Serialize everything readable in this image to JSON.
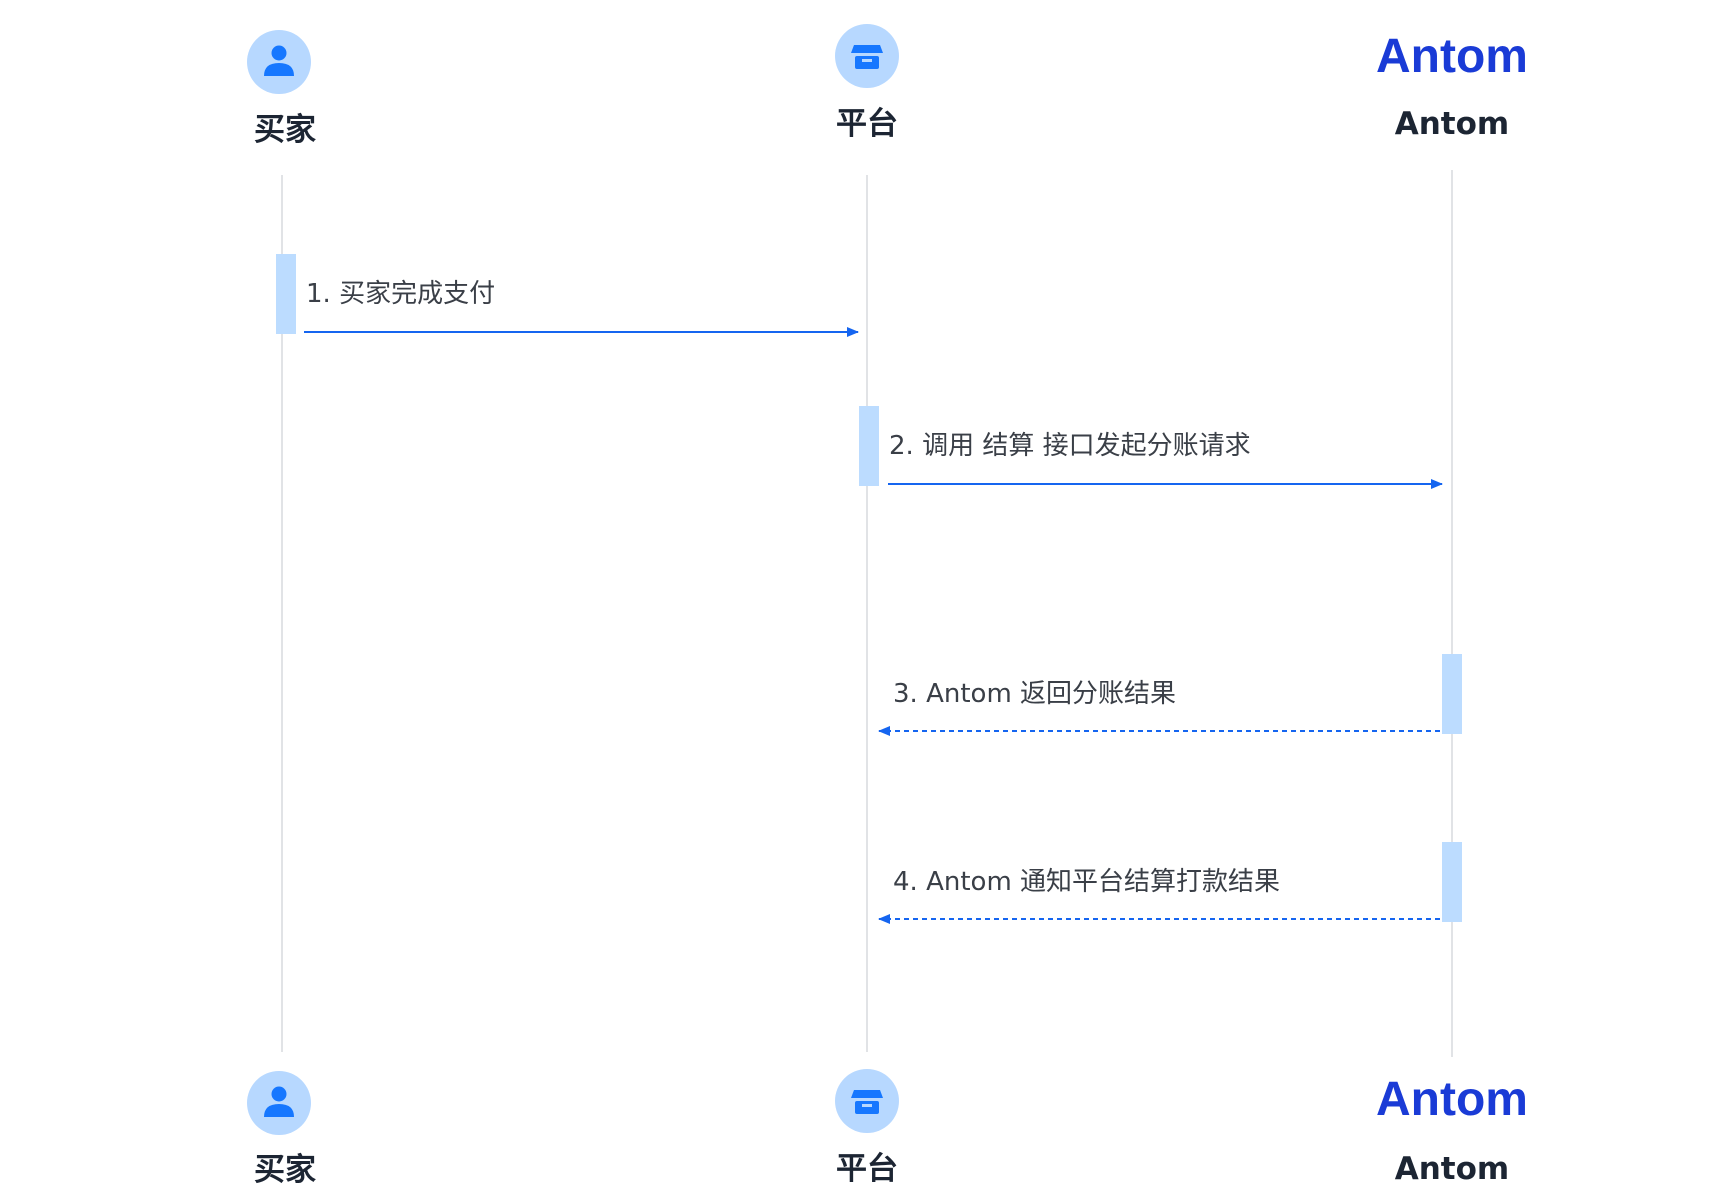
{
  "participants": [
    {
      "id": "buyer",
      "label": "买家",
      "icon": "person-icon"
    },
    {
      "id": "platform",
      "label": "平台",
      "icon": "store-icon"
    },
    {
      "id": "antom",
      "label": "Antom",
      "icon": "antom-logo",
      "logo_text": "Antom"
    }
  ],
  "messages": [
    {
      "from": "buyer",
      "to": "platform",
      "label": "1. 买家完成支付",
      "style": "solid"
    },
    {
      "from": "platform",
      "to": "antom",
      "label": "2. 调用 结算 接口发起分账请求",
      "style": "solid"
    },
    {
      "from": "antom",
      "to": "platform",
      "label": "3. Antom 返回分账结果",
      "style": "dashed"
    },
    {
      "from": "antom",
      "to": "platform",
      "label": "4. Antom 通知平台结算打款结果",
      "style": "dashed"
    }
  ],
  "colors": {
    "arrow": "#1565f0",
    "activation": "#bcdcff",
    "lifeline": "#e1e3e6",
    "icon_bg": "#b7d8ff",
    "icon_fg": "#1677ff",
    "logo": "#1a3bd6",
    "label_text": "#1c2533",
    "message_text": "#3a3f47"
  }
}
